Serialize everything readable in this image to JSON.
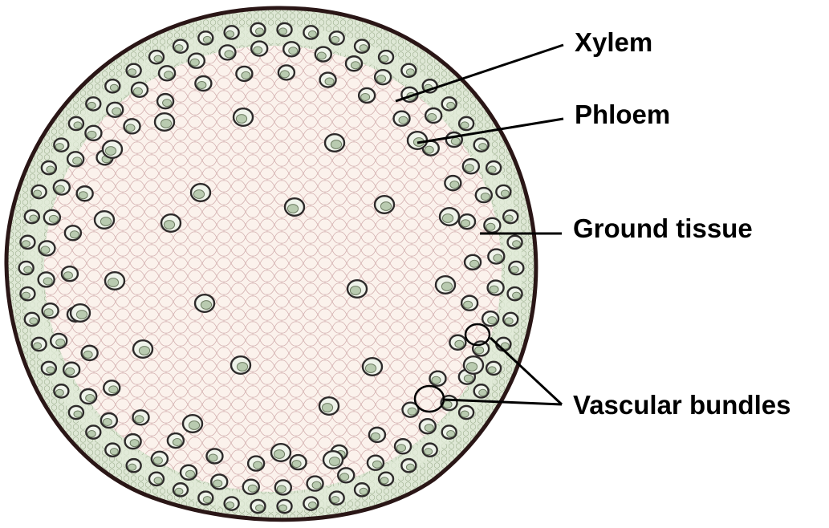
{
  "labels": {
    "xylem": "Xylem",
    "phloem": "Phloem",
    "ground_tissue": "Ground tissue",
    "vascular_bundles": "Vascular bundles"
  },
  "colors": {
    "background": "#ffffff",
    "epidermis": "#2a1616",
    "ground_tissue": "#fbf2ec",
    "outer_tissue": "#dde6d3",
    "cell_walls": "#c7a0a0",
    "bundle_sheath": "#2d2a2a",
    "xylem": "#b9cbb0",
    "phloem": "#eef3ea",
    "leader_lines": "#000000"
  }
}
